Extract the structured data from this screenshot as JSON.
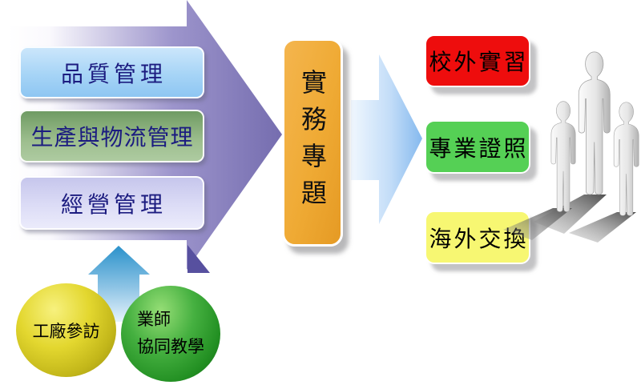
{
  "diagram": {
    "title_hint": "curriculum practical-training flow diagram",
    "foundation_courses": {
      "arrow_color": "#756daf",
      "items": [
        {
          "label": "品質管理",
          "color_top": "#cbe6fb",
          "color_bottom": "#8ec6f2",
          "text_color": "#1c1c80"
        },
        {
          "label": "生產與物流管理",
          "color_top": "#6f9b63",
          "color_bottom": "#aecba1",
          "text_color": "#1c1c80"
        },
        {
          "label": "經營管理",
          "color_top": "#c6c6ec",
          "color_bottom": "#ebebfb",
          "text_color": "#1c1c80"
        }
      ]
    },
    "capstone": {
      "label": "實務專題",
      "color": "#efaa34",
      "text_color": "#111111"
    },
    "outcome_arrow_color": "#85b9ee",
    "outcomes": [
      {
        "label": "校外實習",
        "color": "#ee0d0d",
        "text_color": "#000000"
      },
      {
        "label": "專業證照",
        "color": "#55d055",
        "text_color": "#000000"
      },
      {
        "label": "海外交換",
        "color": "#f7f772",
        "text_color": "#000000"
      }
    ],
    "supports": {
      "up_arrow_color": "#2b92cb",
      "items": [
        {
          "label": "工廠參訪",
          "color": "#e3d72f",
          "text_color": "#000000"
        },
        {
          "label_line1": "業師",
          "label_line2": "協同教學",
          "color": "#45b040",
          "text_color": "#000000"
        }
      ]
    },
    "people_icon": {
      "name": "three-person-figures",
      "color": "#c9c9c9"
    }
  }
}
